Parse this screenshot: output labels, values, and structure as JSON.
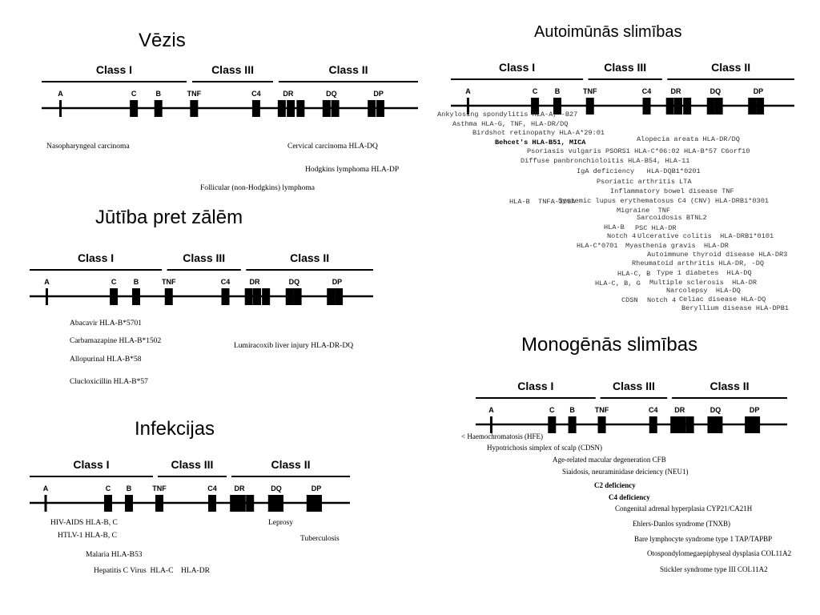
{
  "map": {
    "class_labels": [
      "Class I",
      "Class III",
      "Class II"
    ],
    "genes": [
      "A",
      "C",
      "B",
      "TNF",
      "C4",
      "DR",
      "DQ",
      "DP"
    ]
  },
  "panels": {
    "vezis": {
      "title": "Vēzis",
      "labels": [
        "Nasopharyngeal carcinoma",
        "Cervical carcinoma HLA-DQ",
        "Hodgkins lymphoma HLA-DP",
        "Follicular (non-Hodgkins) lymphoma"
      ]
    },
    "jutiba": {
      "title": "Jūtība pret zālēm",
      "labels": [
        "Abacavir HLA-B*5701",
        "Carbamazapine HLA-B*1502",
        "Allopurinal HLA-B*58",
        "Clucloxicillin HLA-B*57",
        "Lumiracoxib liver injury  HLA-DR-DQ"
      ]
    },
    "infekcijas": {
      "title": "Infekcijas",
      "labels": [
        "HIV-AIDS HLA-B, C",
        "HTLV-1 HLA-B, C",
        "Malaria HLA-B53",
        "Hepatitis C Virus  HLA-C    HLA-DR",
        "Leprosy",
        "Tuberculosis"
      ]
    },
    "autoimunas": {
      "title": "Autoimūnās slimības",
      "labels": [
        "Ankylosing spondylitis HLA-A, -B27",
        "Asthma HLA-G, TNF, HLA-DR/DQ",
        "Birdshot retinopathy HLA-A*29:01",
        "Behcet's HLA-B51, MICA",
        "Alopecia areata HLA-DR/DQ",
        "Psoriasis vulgaris PSORS1 HLA-C*06:02 HLA-B*57 C6orf10",
        "Diffuse panbronchioloitis HLA-B54, HLA-11",
        "IgA deficiency   HLA-DQB1*0201",
        "Psoriatic arthritis LTA",
        "Inflammatory bowel disease TNF",
        "HLA-B  TNFA-308A",
        "Systemic lupus erythematosus C4 (CNV) HLA-DRB1*0301",
        "Migraine  TNF",
        "Sarcoidosis BTNL2",
        "HLA-B",
        "PSC HLA-DR",
        "Notch 4",
        "Ulcerative colitis  HLA-DRB1*0101",
        "HLA-C*0701",
        "Myasthenia gravis  HLA-DR",
        "Autoimmune thyroid disease HLA-DR3",
        "Rheumatoid arthritis HLA-DR, -DQ",
        "HLA-C, B",
        "Type 1 diabetes  HLA-DQ",
        "HLA-C, B, G",
        "Multiple sclerosis  HLA-DR",
        "Narcolepsy  HLA-DQ",
        "CDSN",
        "Notch 4",
        "Celiac disease HLA-DQ",
        "Beryllium disease HLA-DPB1"
      ]
    },
    "monogenas": {
      "title": "Monogēnās slimības",
      "labels": [
        "< Haemochromatosis (HFE)",
        "Hypotrichosis simplex of scalp (CDSN)",
        "Age-related macular degeneration CFB",
        "Siaidosis, neuraminidase deiciency (NEU1)",
        "C2 deficiency",
        "C4 deficiency",
        "Congenital adrenal hyperplasia CYP21/CA21H",
        "Ehlers-Danlos syndrome (TNXB)",
        "Bare lymphocyte syndrome type 1 TAP/TAPBP",
        "Otospondylomegaepiphyseal dysplasia COL11A2",
        "Stickler syndrome type III COL11A2"
      ]
    }
  }
}
